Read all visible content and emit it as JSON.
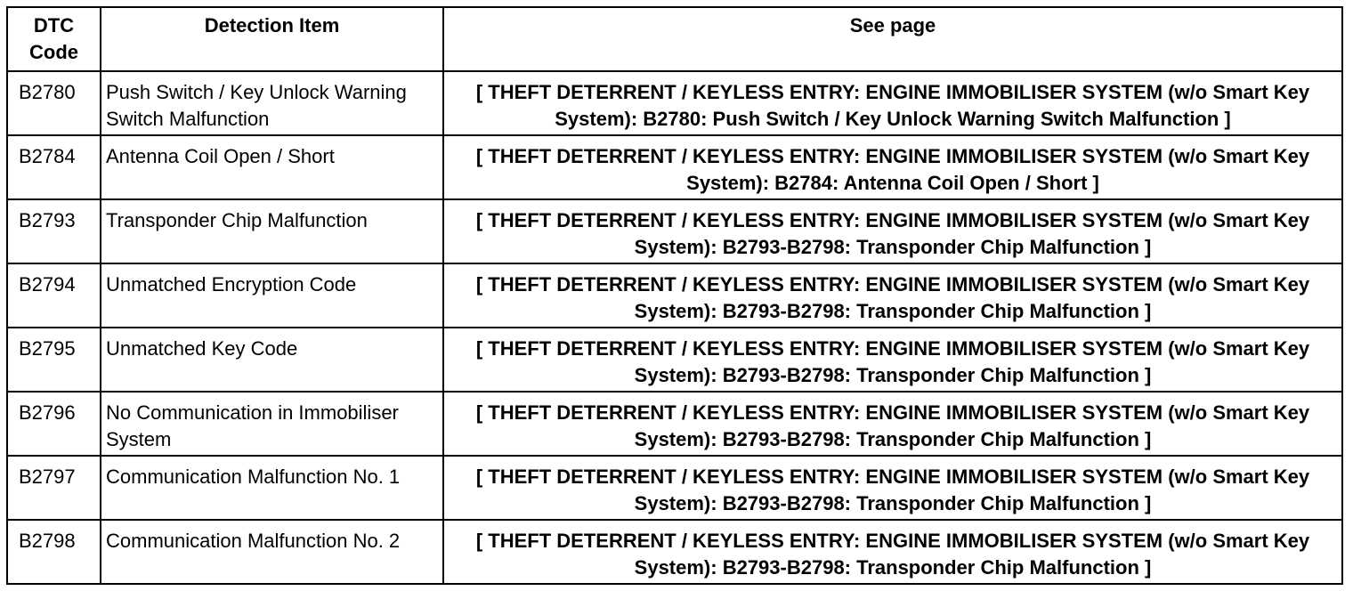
{
  "table": {
    "headers": {
      "code_line1": "DTC",
      "code_line2": "Code",
      "item": "Detection Item",
      "see_page": "See page"
    },
    "rows": [
      {
        "code": "B2780",
        "item": "Push Switch / Key Unlock Warning Switch Malfunction",
        "link": "[ THEFT DETERRENT / KEYLESS ENTRY: ENGINE IMMOBILISER SYSTEM (w/o Smart Key System): B2780: Push Switch / Key Unlock Warning Switch Malfunction ]"
      },
      {
        "code": "B2784",
        "item": "Antenna Coil Open / Short",
        "link": "[ THEFT DETERRENT / KEYLESS ENTRY: ENGINE IMMOBILISER SYSTEM (w/o Smart Key System): B2784: Antenna Coil Open / Short ]"
      },
      {
        "code": "B2793",
        "item": "Transponder Chip Malfunction",
        "link": "[ THEFT DETERRENT / KEYLESS ENTRY: ENGINE IMMOBILISER SYSTEM (w/o Smart Key System): B2793-B2798: Transponder Chip Malfunction ]"
      },
      {
        "code": "B2794",
        "item": "Unmatched Encryption Code",
        "link": "[ THEFT DETERRENT / KEYLESS ENTRY: ENGINE IMMOBILISER SYSTEM (w/o Smart Key System): B2793-B2798: Transponder Chip Malfunction ]"
      },
      {
        "code": "B2795",
        "item": "Unmatched Key Code",
        "link": "[ THEFT DETERRENT / KEYLESS ENTRY: ENGINE IMMOBILISER SYSTEM (w/o Smart Key System): B2793-B2798: Transponder Chip Malfunction ]"
      },
      {
        "code": "B2796",
        "item": "No Communication in Immobiliser System",
        "link": "[ THEFT DETERRENT / KEYLESS ENTRY: ENGINE IMMOBILISER SYSTEM (w/o Smart Key System): B2793-B2798: Transponder Chip Malfunction ]"
      },
      {
        "code": "B2797",
        "item": "Communication Malfunction No. 1",
        "link": "[ THEFT DETERRENT / KEYLESS ENTRY: ENGINE IMMOBILISER SYSTEM (w/o Smart Key System): B2793-B2798: Transponder Chip Malfunction ]"
      },
      {
        "code": "B2798",
        "item": "Communication Malfunction No. 2",
        "link": "[ THEFT DETERRENT / KEYLESS ENTRY: ENGINE IMMOBILISER SYSTEM (w/o Smart Key System): B2793-B2798: Transponder Chip Malfunction ]"
      }
    ]
  }
}
